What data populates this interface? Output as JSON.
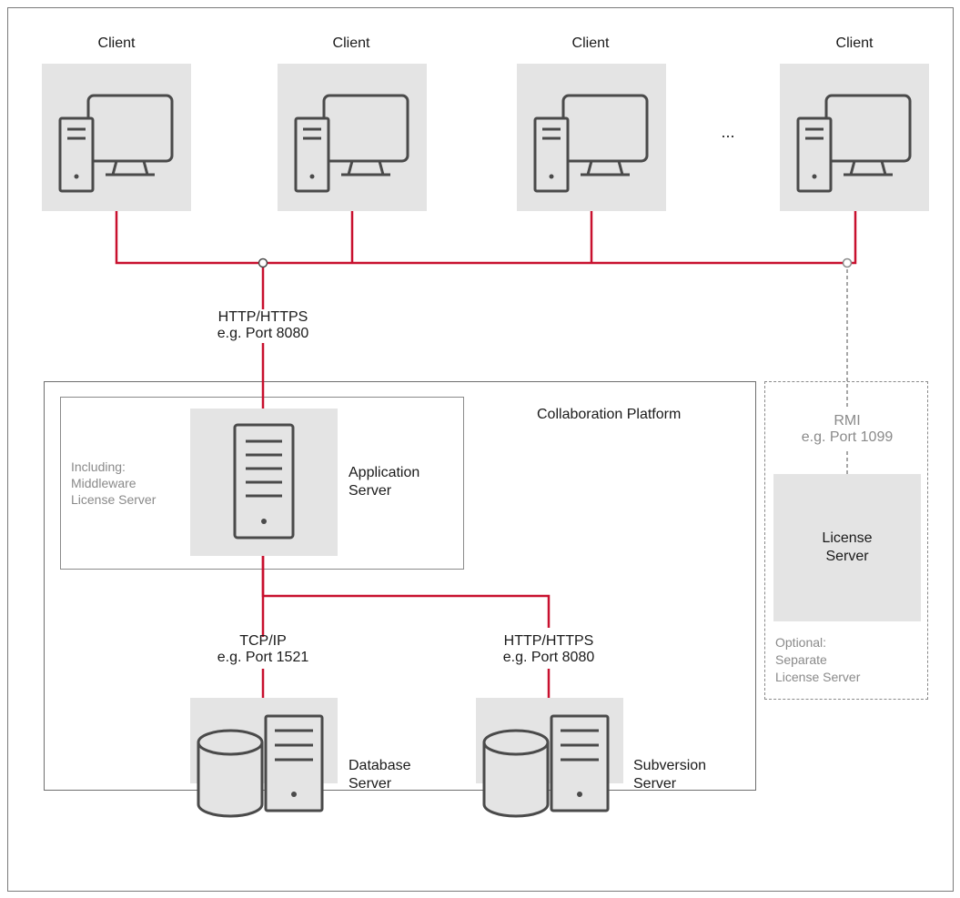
{
  "clients": [
    {
      "label": "Client"
    },
    {
      "label": "Client"
    },
    {
      "label": "Client"
    },
    {
      "label": "Client"
    }
  ],
  "ellipsis": "...",
  "client_link": {
    "line1": "HTTP/HTTPS",
    "line2": "e.g. Port 8080"
  },
  "platform": {
    "title": "Collaboration Platform"
  },
  "app_server": {
    "label_line1": "Application",
    "label_line2": "Server",
    "including_line1": "Including:",
    "including_line2": "Middleware",
    "including_line3": "License Server"
  },
  "db_link": {
    "line1": "TCP/IP",
    "line2": "e.g. Port 1521"
  },
  "svn_link": {
    "line1": "HTTP/HTTPS",
    "line2": "e.g. Port 8080"
  },
  "db_server": {
    "line1": "Database",
    "line2": "Server"
  },
  "svn_server": {
    "line1": "Subversion",
    "line2": "Server"
  },
  "rmi_link": {
    "line1": "RMI",
    "line2": "e.g. Port 1099"
  },
  "license_server": {
    "line1": "License",
    "line2": "Server"
  },
  "optional_note": {
    "line1": "Optional:",
    "line2": "Separate",
    "line3": "License Server"
  },
  "colors": {
    "link": "#c8102e",
    "box": "#e4e4e4",
    "icon": "#4a4a4a",
    "border": "#7a7a7a"
  }
}
